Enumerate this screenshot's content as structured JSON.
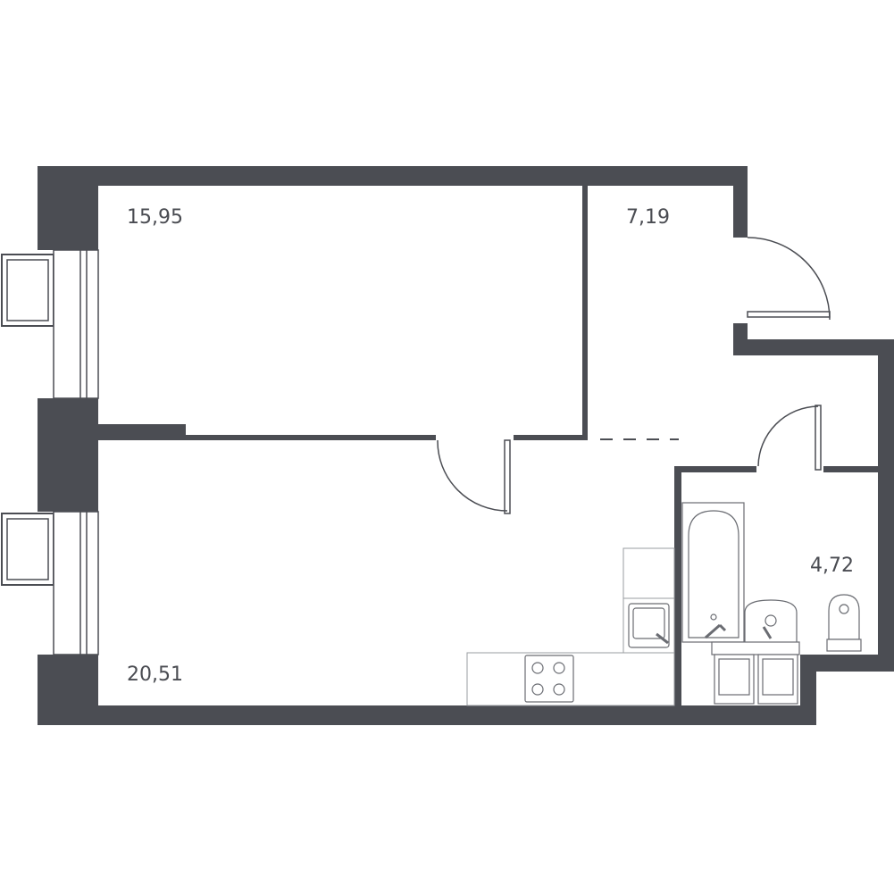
{
  "rooms": [
    {
      "id": "bedroom",
      "area": "15,95"
    },
    {
      "id": "hall",
      "area": "7,19"
    },
    {
      "id": "bathroom",
      "area": "4,72"
    },
    {
      "id": "living-kitchen",
      "area": "20,51"
    }
  ],
  "colors": {
    "wall": "#4b4d53",
    "label": "#4a4c52",
    "background": "#ffffff"
  }
}
